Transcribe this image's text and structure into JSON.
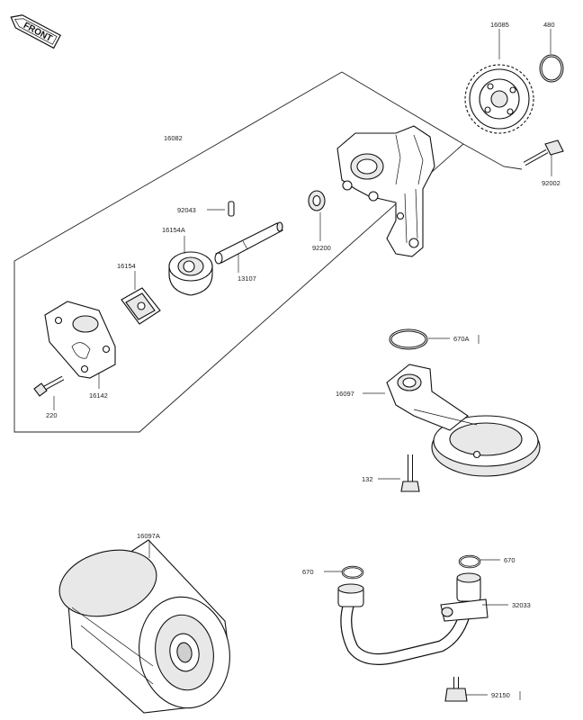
{
  "front_badge": "FRONT",
  "parts": {
    "p16085": "16085",
    "p480": "480",
    "p92002": "92002",
    "p16082": "16082",
    "p92043": "92043",
    "p16154A": "16154A",
    "p92200": "92200",
    "p16154": "16154",
    "p13107": "13107",
    "p16142": "16142",
    "p220": "220",
    "p670A": "670A",
    "p16097": "16097",
    "p132": "132",
    "p16097A": "16097A",
    "p670_left": "670",
    "p670_right": "670",
    "p32033": "32033",
    "p92150": "92150"
  }
}
